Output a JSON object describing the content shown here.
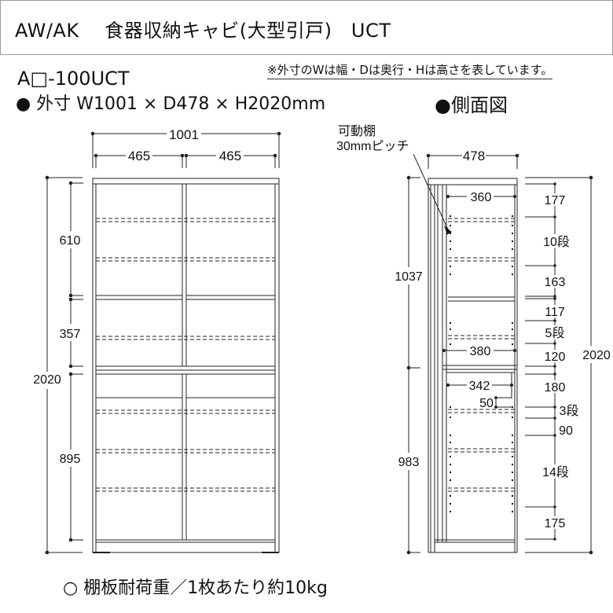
{
  "header": {
    "title": "AW/AK　 食器収納キャビ(大型引戸)　UCT"
  },
  "note": "※外寸のWは幅・Dは奥行・Hは高さを表しています。",
  "model_number": "A□-100UCT",
  "spec": {
    "bullet": "●",
    "label": "外寸",
    "dimensions": "W1001 × D478 × H2020mm"
  },
  "side_view": {
    "title": "●側面図"
  },
  "front_view": {
    "width_total": "1001",
    "door_widths": [
      "465",
      "465"
    ],
    "height_total": "2020",
    "section_heights": [
      "610",
      "357",
      "895"
    ]
  },
  "side_dims": {
    "adjustable_shelf_label": "可動棚",
    "pitch_label": "30mmピッチ",
    "depth_total": "478",
    "inner_depth_upper": "360",
    "inner_depth_middle": "380",
    "inner_depth_lower": "342",
    "drawer_gap": "50",
    "upper_height": "1037",
    "lower_height": "983",
    "total_height": "2020",
    "right_dims": [
      "177",
      "10段",
      "163",
      "117",
      "5段",
      "120",
      "180",
      "3段",
      "90",
      "14段",
      "175"
    ]
  },
  "footer": {
    "shelf_load": "○ 棚板耐荷重／1枚あたり約10kg"
  }
}
